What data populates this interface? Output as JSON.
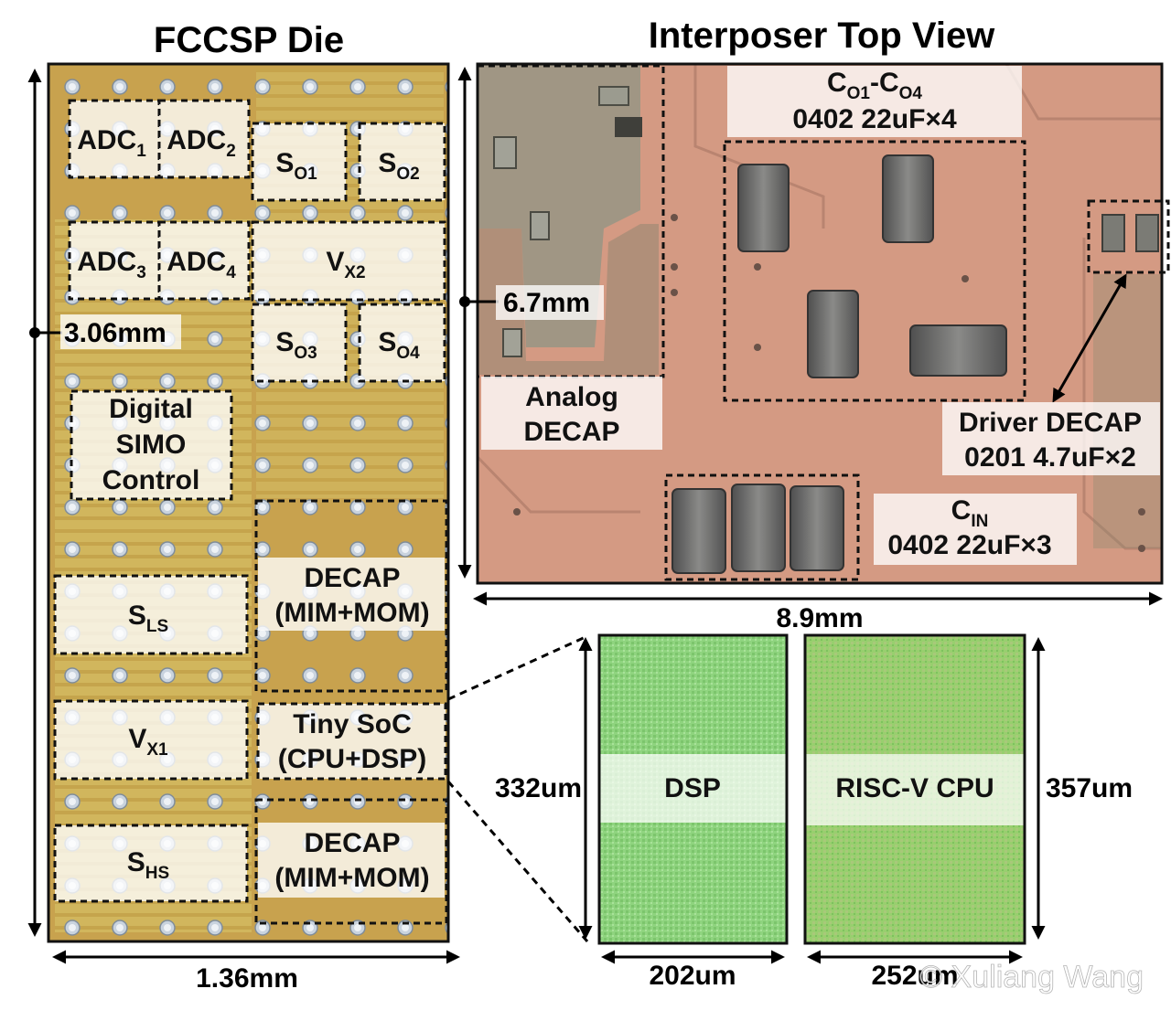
{
  "titles": {
    "die": "FCCSP Die",
    "interposer": "Interposer Top View"
  },
  "dimensions": {
    "die_height": "3.06mm",
    "die_width": "1.36mm",
    "interposer_height": "6.7mm",
    "interposer_width": "8.9mm",
    "dsp_height": "332um",
    "dsp_width": "202um",
    "cpu_height": "357um",
    "cpu_width": "252um"
  },
  "die_blocks": {
    "adc1": {
      "main": "ADC",
      "sub": "1"
    },
    "adc2": {
      "main": "ADC",
      "sub": "2"
    },
    "adc3": {
      "main": "ADC",
      "sub": "3"
    },
    "adc4": {
      "main": "ADC",
      "sub": "4"
    },
    "so1": {
      "main": "S",
      "sub": "O1"
    },
    "so2": {
      "main": "S",
      "sub": "O2"
    },
    "so3": {
      "main": "S",
      "sub": "O3"
    },
    "so4": {
      "main": "S",
      "sub": "O4"
    },
    "vx2": {
      "main": "V",
      "sub": "X2"
    },
    "simo": [
      "Digital",
      "SIMO",
      "Control"
    ],
    "decap1": [
      "DECAP",
      "(MIM+MOM)"
    ],
    "sls": {
      "main": "S",
      "sub": "LS"
    },
    "vx1": {
      "main": "V",
      "sub": "X1"
    },
    "soc": [
      "Tiny SoC",
      "(CPU+DSP)"
    ],
    "shs": {
      "main": "S",
      "sub": "HS"
    },
    "decap2": [
      "DECAP",
      "(MIM+MOM)"
    ]
  },
  "interposer_labels": {
    "co": {
      "c1": "C",
      "s1": "O1",
      "dash": "-C",
      "s2": "O4",
      "line2": "0402 22uF×4"
    },
    "analog": [
      "Analog",
      "DECAP"
    ],
    "driver": [
      "Driver DECAP",
      "0201 4.7uF×2"
    ],
    "cin": {
      "main": "C",
      "sub": "IN",
      "line2": "0402 22uF×3"
    }
  },
  "soc_zoom": {
    "dsp": "DSP",
    "cpu": "RISC-V CPU"
  },
  "watermark": "© Xuliang Wang"
}
